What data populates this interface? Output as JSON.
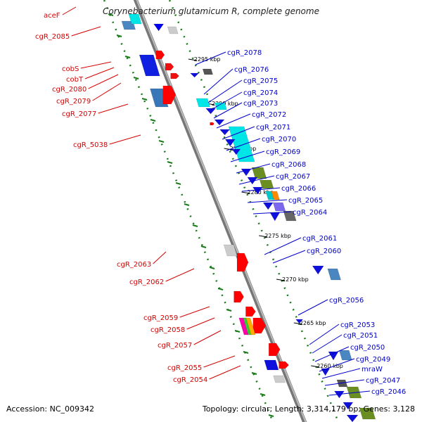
{
  "title": "Corynebacterium glutamicum R, complete genome",
  "accession": "Accession: NC_009342",
  "topology": "Topology: circular; Length: 3,314,179 bp; Genes: 3,128",
  "colors": {
    "forward_label": "#d40000",
    "reverse_label": "#0000cc",
    "backbone": "#888888",
    "tick": "#1a7a1a"
  },
  "kbp_ticks": [
    "2295 kbp",
    "2290 kbp",
    "2285 kbp",
    "2280 kbp",
    "2275 kbp",
    "2270 kbp",
    "2265 kbp",
    "2260 kbp"
  ],
  "left_labels": [
    "aceF",
    "cgR_2085",
    "cobS",
    "cobT",
    "cgR_2080",
    "cgR_2079",
    "cgR_2077",
    "cgR_5038",
    "cgR_2063",
    "cgR_2062",
    "cgR_2059",
    "cgR_2058",
    "cgR_2057",
    "cgR_2055",
    "cgR_2054"
  ],
  "right_labels": [
    "cgR_2078",
    "cgR_2076",
    "cgR_2075",
    "cgR_2074",
    "cgR_2073",
    "cgR_2072",
    "cgR_2071",
    "cgR_2070",
    "cgR_2069",
    "cgR_2068",
    "cgR_2067",
    "cgR_2066",
    "cgR_2065",
    "cgR_2064",
    "cgR_2061",
    "cgR_2060",
    "cgR_2056",
    "cgR_2053",
    "cgR_2051",
    "cgR_2050",
    "cgR_2049",
    "mraW",
    "cgR_2047",
    "cgR_2046"
  ]
}
